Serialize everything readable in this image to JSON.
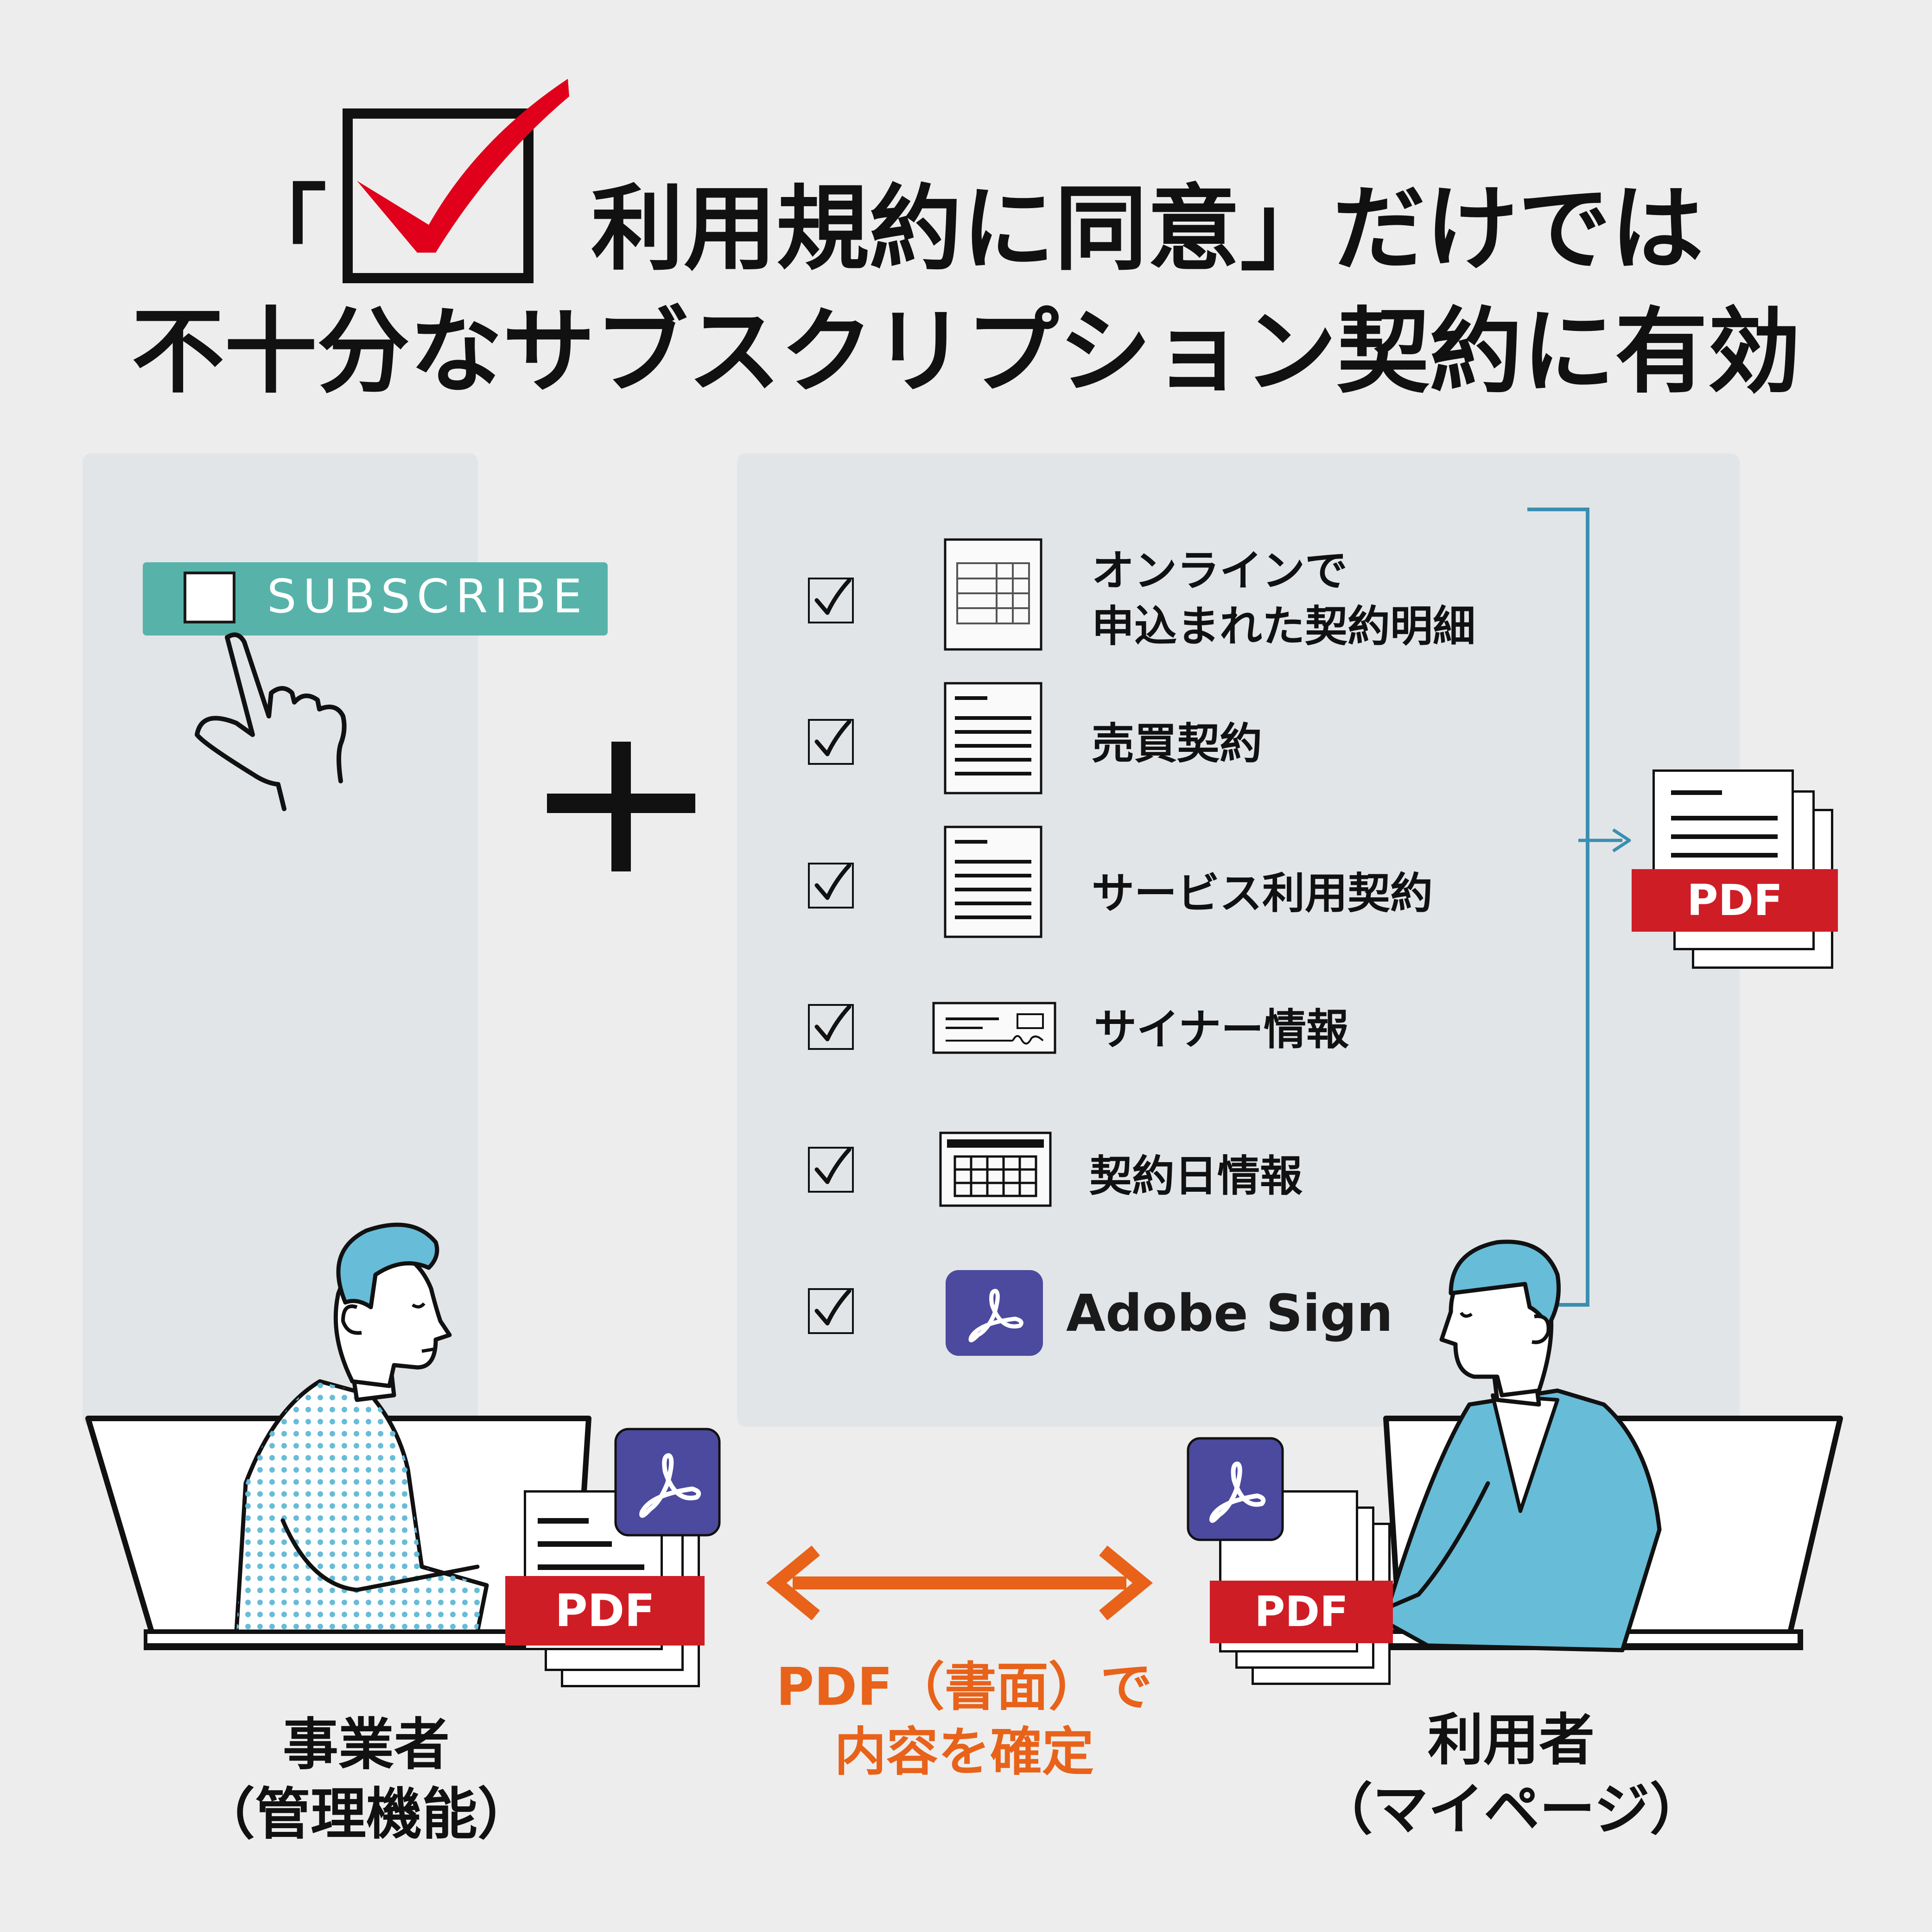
{
  "title": {
    "line1_open": "「",
    "line1_rest": "利用規約に同意」だけでは",
    "line2": "不十分なサブスクリプション契約に有効"
  },
  "subscribe": {
    "label": "SUBSCRIBE"
  },
  "plus_symbol": "+",
  "checklist": [
    {
      "label_line1": "オンラインで",
      "label_line2": "申込まれた契約明細",
      "icon": "table-document-icon"
    },
    {
      "label_line1": "売買契約",
      "label_line2": "",
      "icon": "text-document-icon"
    },
    {
      "label_line1": "サービス利用契約",
      "label_line2": "",
      "icon": "text-document-icon"
    },
    {
      "label_line1": "サイナー情報",
      "label_line2": "",
      "icon": "signature-card-icon"
    },
    {
      "label_line1": "契約日情報",
      "label_line2": "",
      "icon": "calendar-icon"
    },
    {
      "label_line1": "Adobe Sign",
      "label_line2": "",
      "icon": "adobe-acrobat-icon"
    }
  ],
  "pdf_label": "PDF",
  "exchange_caption": {
    "line1": "PDF（書面）で",
    "line2": "内容を確定"
  },
  "business": {
    "line1": "事業者",
    "line2": "（管理機能）"
  },
  "user": {
    "line1": "利用者",
    "line2": "（マイページ）"
  },
  "colors": {
    "background": "#ededed",
    "panel": "#e2e5e8",
    "teal_button": "#57b3aa",
    "check_red": "#e0001b",
    "bracket_blue": "#3a8fb0",
    "pdf_red": "#cf1d26",
    "adobe_purple": "#4b4a9e",
    "orange": "#e8621a",
    "figure_blue": "#67bcd8"
  }
}
